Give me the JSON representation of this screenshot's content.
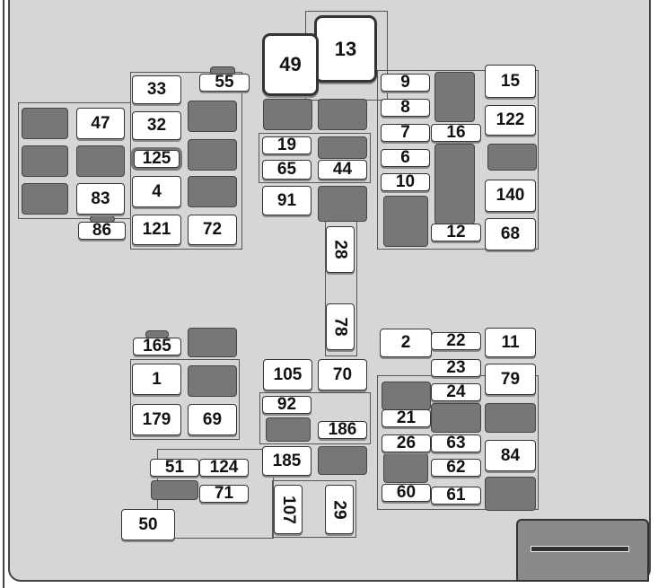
{
  "title": "Fuse box layout",
  "fuses": [
    "13",
    "49",
    "55",
    "33",
    "47",
    "32",
    "125",
    "4",
    "83",
    "86",
    "121",
    "72",
    "19",
    "65",
    "44",
    "91",
    "28",
    "9",
    "8",
    "7",
    "16",
    "6",
    "10",
    "12",
    "15",
    "122",
    "140",
    "68",
    "78",
    "2",
    "22",
    "11",
    "165",
    "1",
    "105",
    "70",
    "23",
    "79",
    "92",
    "24",
    "21",
    "179",
    "69",
    "186",
    "26",
    "63",
    "185",
    "84",
    "51",
    "124",
    "62",
    "71",
    "60",
    "61",
    "107",
    "29",
    "50"
  ],
  "colors": {
    "panel": "#d6d6d6",
    "fuse": "#ffffff",
    "blank_slot": "#777777"
  }
}
